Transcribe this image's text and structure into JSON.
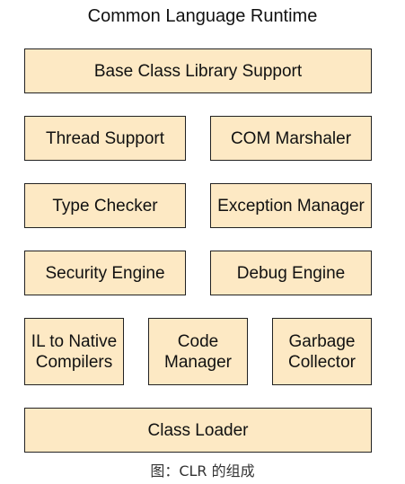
{
  "title": "Common Language Runtime",
  "boxes": {
    "base_class_library": "Base Class Library Support",
    "thread_support": "Thread Support",
    "com_marshaler": "COM Marshaler",
    "type_checker": "Type Checker",
    "exception_manager": "Exception Manager",
    "security_engine": "Security Engine",
    "debug_engine": "Debug Engine",
    "il_to_native": "IL to Native\nCompilers",
    "code_manager": "Code\nManager",
    "garbage_collector": "Garbage\nCollector",
    "class_loader": "Class Loader"
  },
  "caption": "图：CLR 的组成",
  "colors": {
    "box_fill": "#fde9c4",
    "box_border": "#222222"
  }
}
